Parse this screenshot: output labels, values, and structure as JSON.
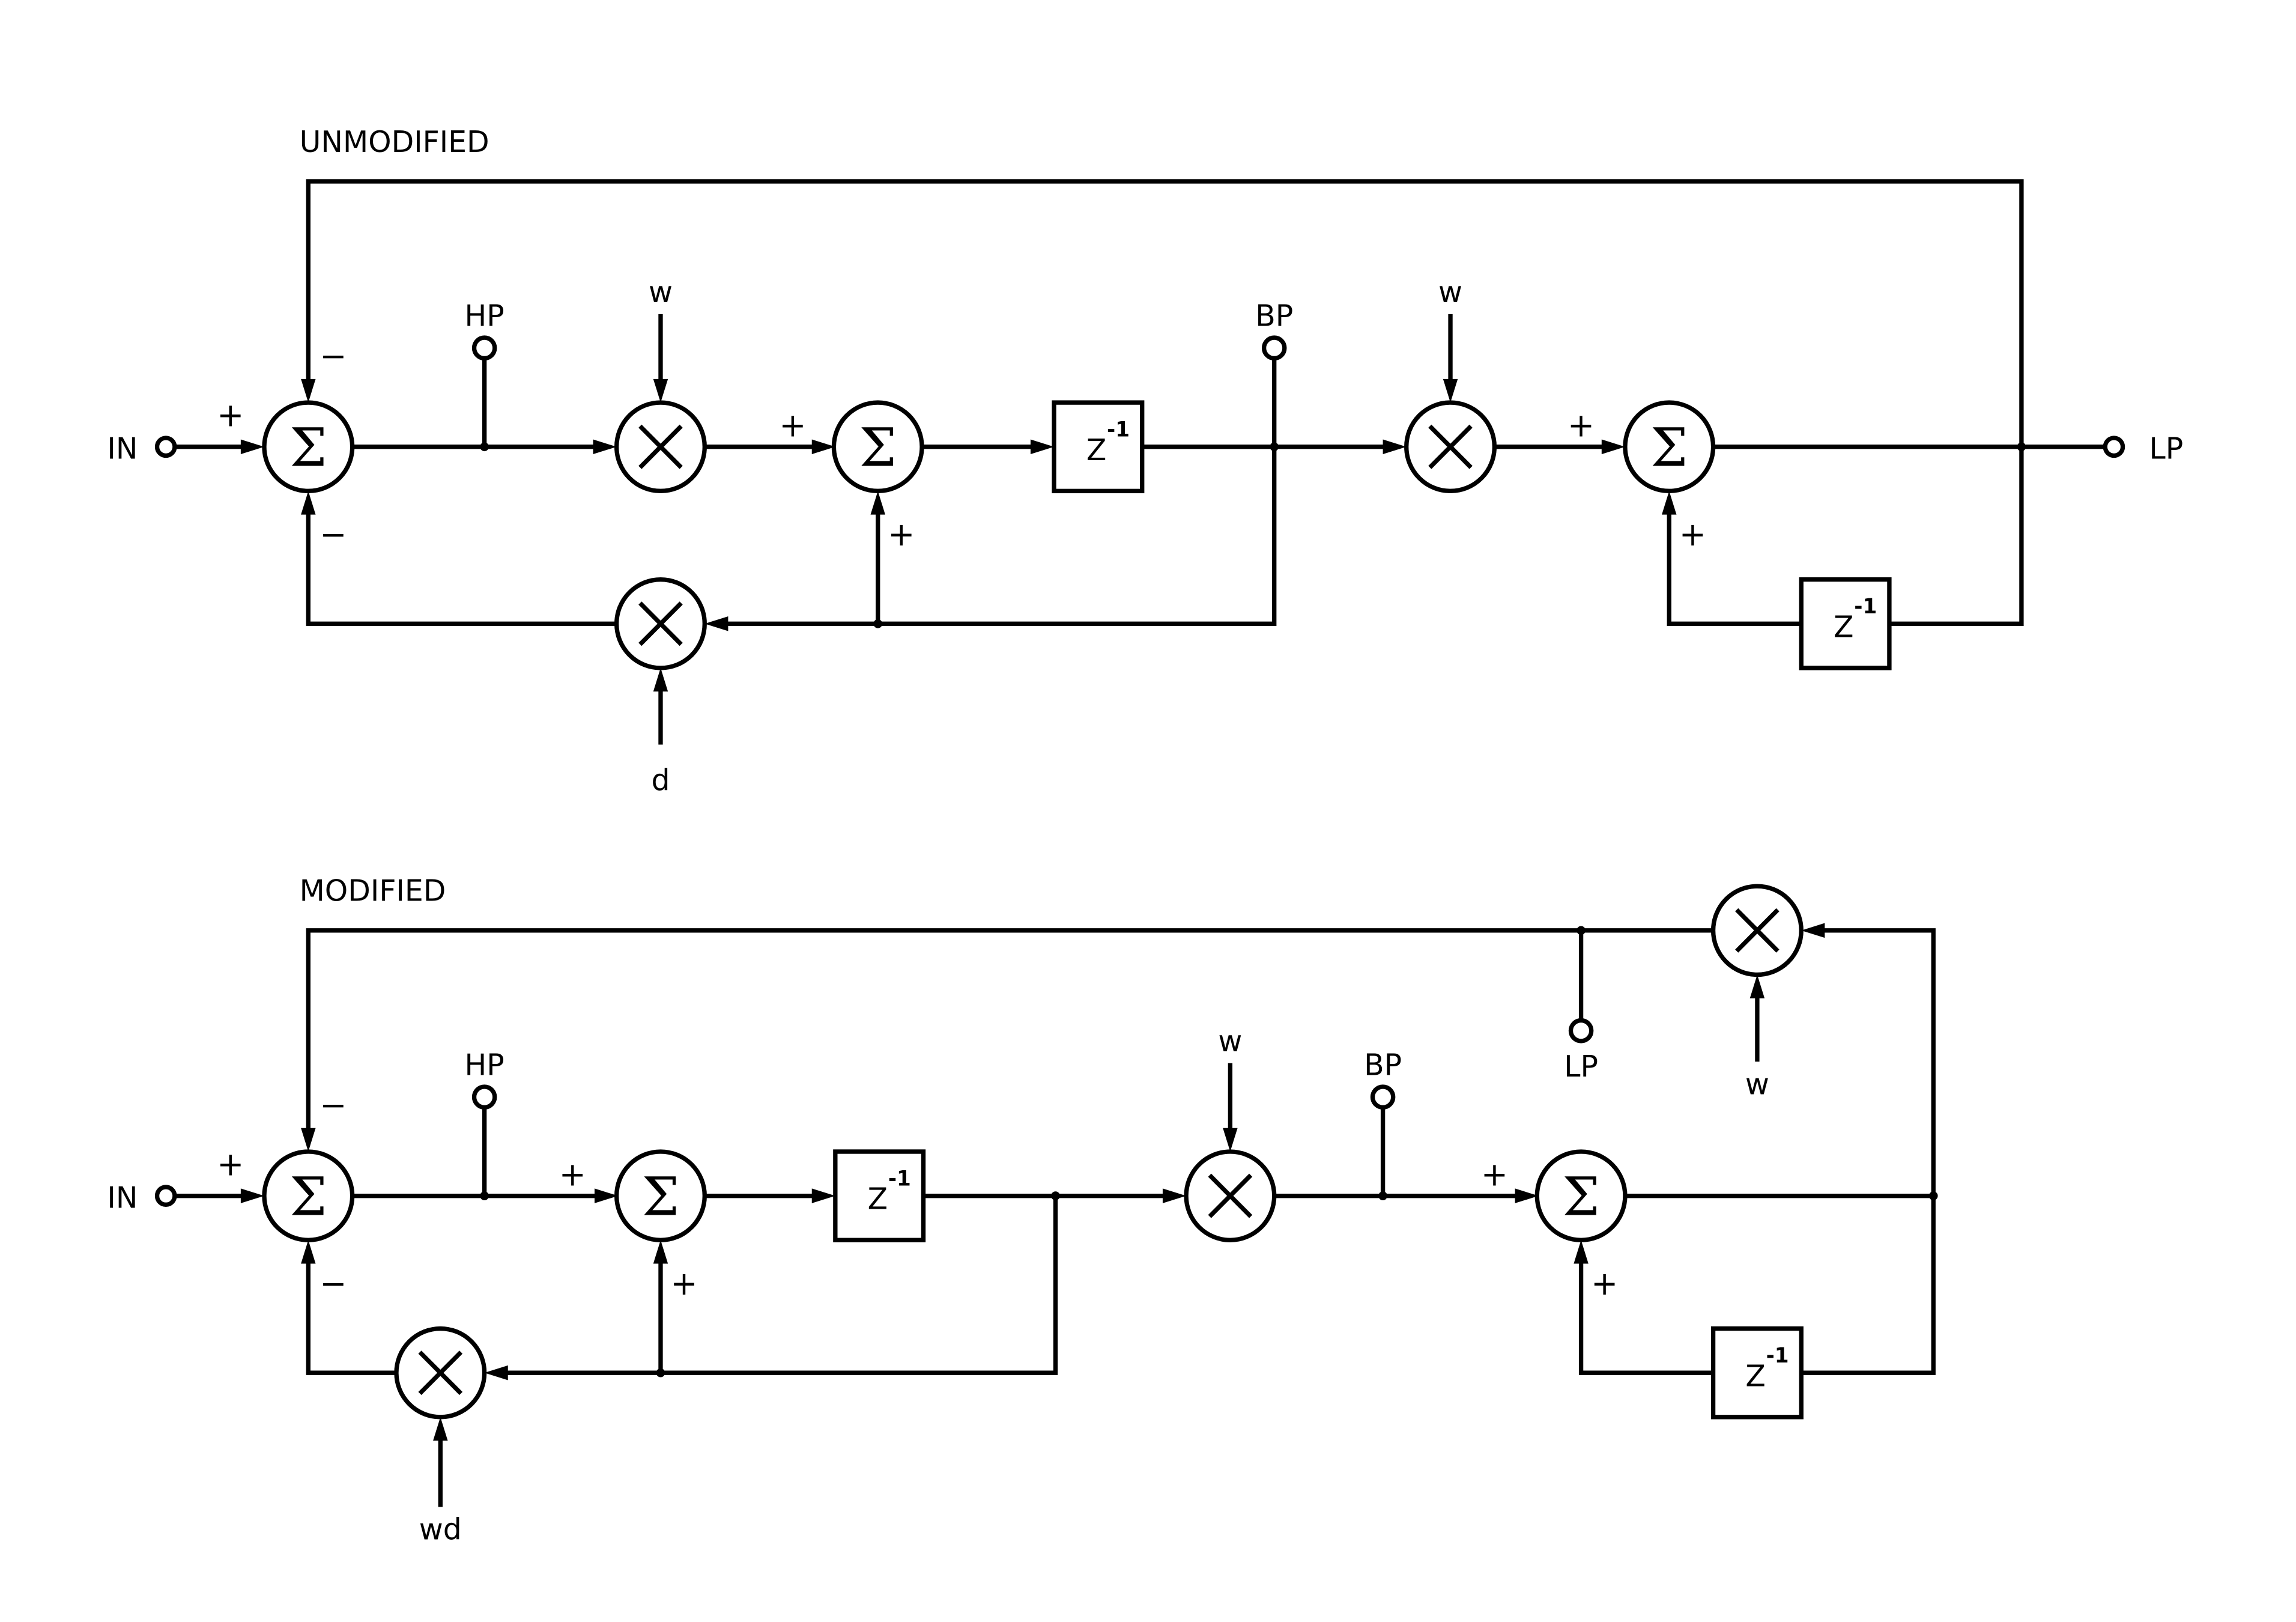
{
  "unmodified": {
    "title": "UNMODIFIED",
    "input": "IN",
    "hp": "HP",
    "bp": "BP",
    "lp": "LP",
    "w1": "w",
    "w2": "w",
    "damping": "d",
    "delay1": "Z",
    "delay2": "Z",
    "exp": "-1",
    "plus": "+",
    "minus": "−",
    "sigma": "Σ"
  },
  "modified": {
    "title": "MODIFIED",
    "input": "IN",
    "hp": "HP",
    "bp": "BP",
    "lp": "LP",
    "w1": "w",
    "w2": "w",
    "damping": "wd",
    "delay1": "Z",
    "delay2": "Z",
    "exp": "-1",
    "plus": "+",
    "minus": "−",
    "sigma": "Σ"
  }
}
